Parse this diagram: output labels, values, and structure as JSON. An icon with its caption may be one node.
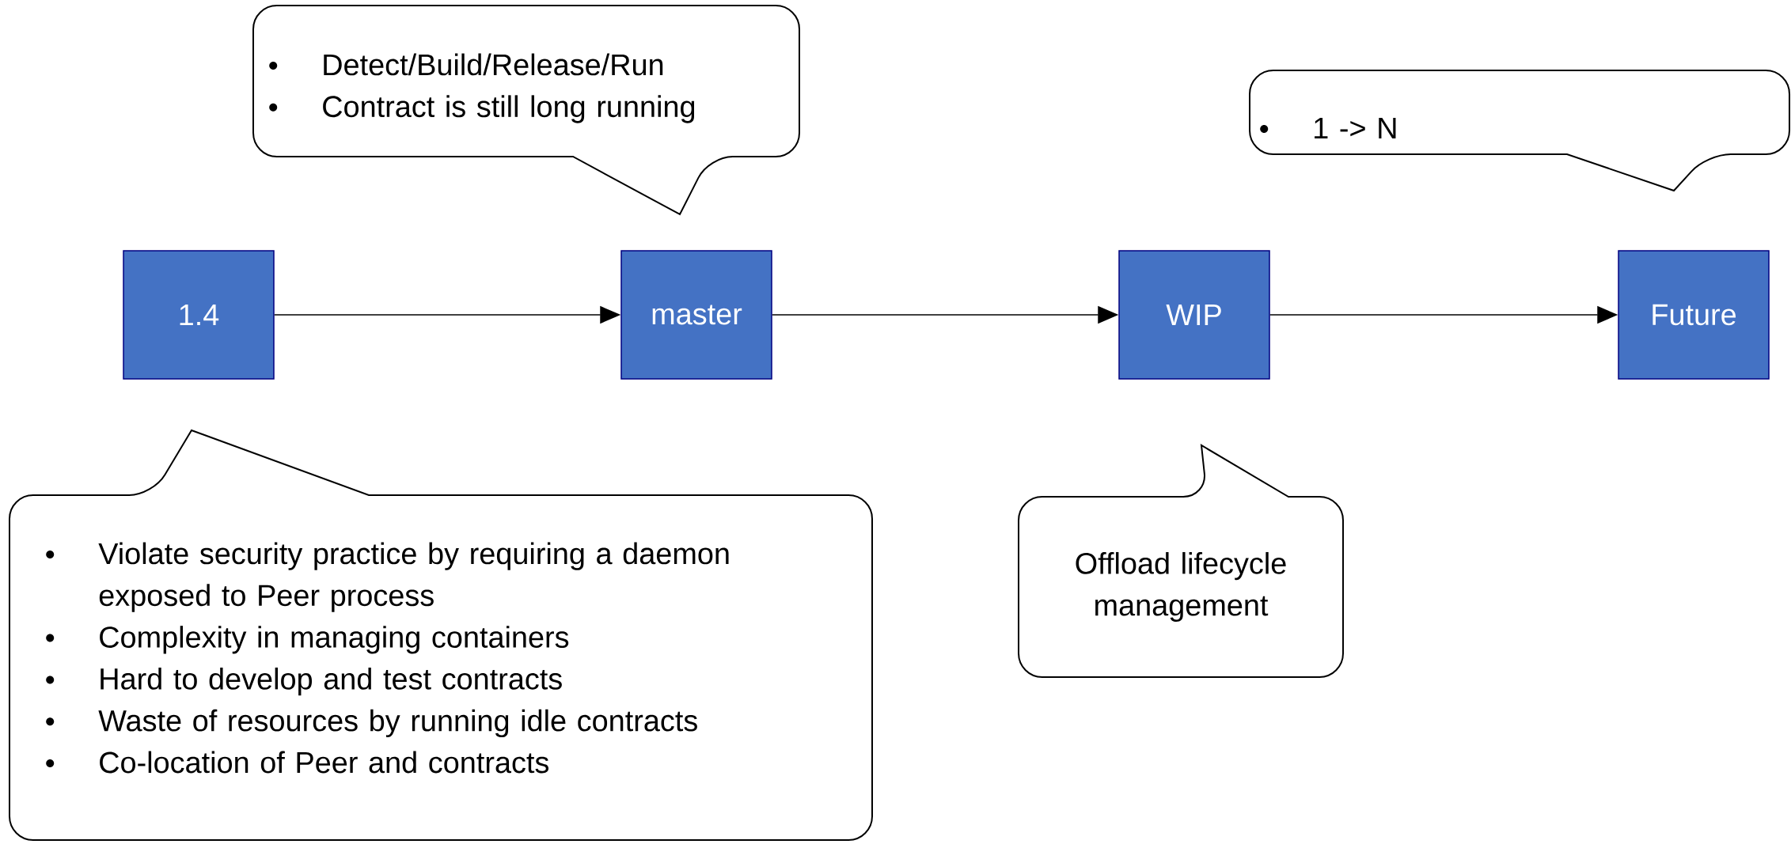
{
  "diagram": {
    "nodes": [
      {
        "text": [
          "Detect/Build/Release/Run",
          "Contract is still long running"
        ]
      },
      {
        "text": [
          "1 -> N"
        ]
      },
      {
        "text": [
          "1.4"
        ]
      },
      {
        "text": [
          "master"
        ]
      },
      {
        "text": [
          "WIP"
        ]
      },
      {
        "text": [
          "Future"
        ]
      },
      {
        "text": [
          "Violate security practice by requiring a daemon exposed to Peer process",
          "Complexity in managing containers",
          "Hard to develop and test contracts",
          "Waste of resources by running idle contracts",
          "Co-location of Peer and contracts"
        ]
      },
      {
        "text": [
          "Offload lifecycle management"
        ]
      }
    ],
    "edges": [
      {
        "from": 2,
        "to": 3,
        "arrow": "to"
      },
      {
        "from": 3,
        "to": 4,
        "arrow": "to"
      },
      {
        "from": 4,
        "to": 5,
        "arrow": "to"
      }
    ]
  }
}
